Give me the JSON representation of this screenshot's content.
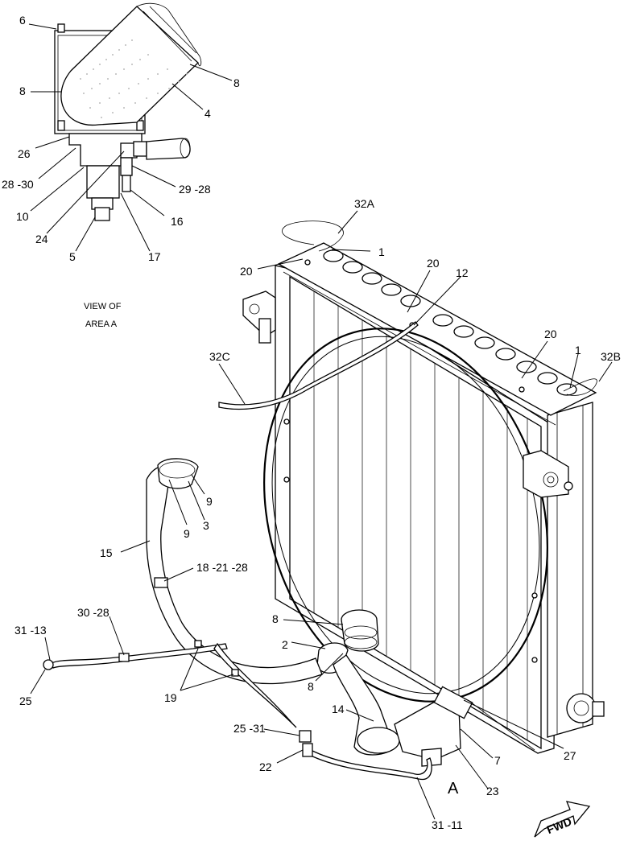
{
  "callouts": {
    "inset": {
      "c6": "6",
      "c8_left": "8",
      "c8_right": "8",
      "c4": "4",
      "c26": "26",
      "c28_30": "28 -30",
      "c29_28": "29 -28",
      "c10": "10",
      "c16": "16",
      "c24": "24",
      "c17": "17",
      "c5": "5"
    },
    "main": {
      "c32A": "32A",
      "c1_top": "1",
      "c20_left": "20",
      "c20_mid": "20",
      "c12": "12",
      "c32C": "32C",
      "c20_right": "20",
      "c1_right": "1",
      "c32B": "32B",
      "c9_a": "9",
      "c9_b": "9",
      "c3": "3",
      "c15": "15",
      "c18_21_28": "18 -21 -28",
      "c30_28": "30 -28",
      "c31_13": "31 -13",
      "c25": "25",
      "c8_mid": "8",
      "c2": "2",
      "c8_low": "8",
      "c19": "19",
      "c14": "14",
      "c25_31": "25 -31",
      "c22": "22",
      "c7": "7",
      "c27": "27",
      "c23": "23",
      "c31_11": "31 -11"
    }
  },
  "view_note": {
    "line1": "VIEW OF",
    "line2": "AREA A"
  },
  "area_label": "A",
  "fwd_label": "FWD"
}
